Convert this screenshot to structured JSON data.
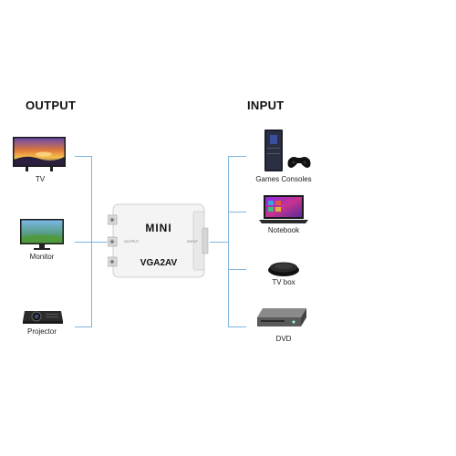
{
  "headings": {
    "output": "OUTPUT",
    "input": "INPUT"
  },
  "adapter": {
    "brand": "MINI",
    "model": "VGA2AV",
    "side_left": "OUTPUT",
    "side_right": "INPUT"
  },
  "output_devices": [
    {
      "label": "TV",
      "icon": "tv-icon"
    },
    {
      "label": "Monitor",
      "icon": "monitor-icon"
    },
    {
      "label": "Projector",
      "icon": "projector-icon"
    }
  ],
  "input_devices": [
    {
      "label": "Games Consoles",
      "icon": "game-console-icon"
    },
    {
      "label": "Notebook",
      "icon": "laptop-icon"
    },
    {
      "label": "TV box",
      "icon": "tv-box-icon"
    },
    {
      "label": "DVD",
      "icon": "dvd-player-icon"
    }
  ],
  "colors": {
    "wire": "#7fb6e0",
    "adapter_body": "#f2f2f2"
  }
}
